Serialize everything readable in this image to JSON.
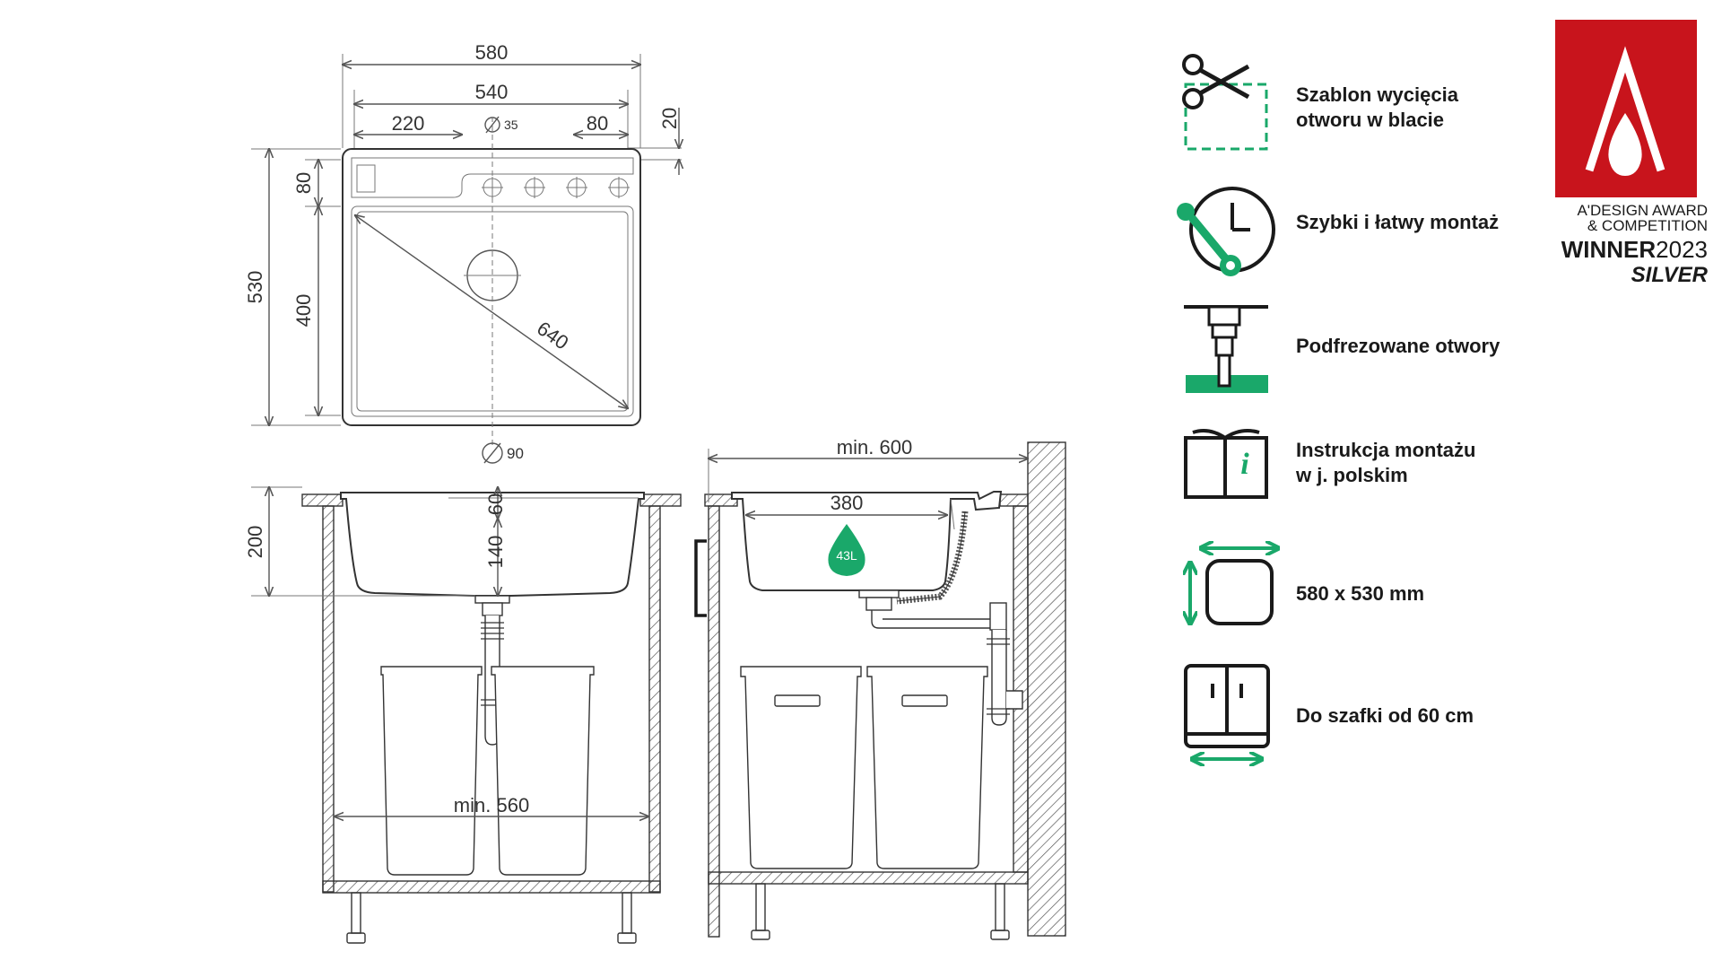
{
  "drawing": {
    "top_view": {
      "width_outer": "580",
      "width_inner": "540",
      "tap_zone_left": "220",
      "tap_hole": "35",
      "tap_zone_right": "80",
      "rim_top": "20",
      "height_total": "530",
      "shelf_depth": "80",
      "bowl_depth": "400",
      "diagonal": "640",
      "drain": "90"
    },
    "front_view": {
      "height": "200",
      "rim": "60",
      "bowl": "140",
      "cabinet_min": "min. 560"
    },
    "side_view": {
      "cabinet_min": "min. 600",
      "bowl_width": "380",
      "capacity": "43L"
    }
  },
  "features": [
    {
      "icon": "scissors-template-icon",
      "lines": [
        "Szablon wycięcia",
        "otworu w blacie"
      ]
    },
    {
      "icon": "clock-wrench-icon",
      "lines": [
        "Szybki i łatwy montaż"
      ]
    },
    {
      "icon": "drill-icon",
      "lines": [
        "Podfrezowane otwory"
      ]
    },
    {
      "icon": "instruction-book-icon",
      "lines": [
        "Instrukcja montażu",
        "w j. polskim"
      ]
    },
    {
      "icon": "sink-size-icon",
      "lines": [
        "580 x 530 mm"
      ]
    },
    {
      "icon": "cabinet-icon",
      "lines": [
        "Do szafki od 60 cm"
      ]
    }
  ],
  "award": {
    "line1": "A'DESIGN AWARD",
    "line2": "& COMPETITION",
    "winner": "WINNER",
    "year": "2023",
    "level": "SILVER"
  },
  "colors": {
    "accent_green": "#1aa86a",
    "award_red": "#c8141c",
    "line": "#333333"
  }
}
